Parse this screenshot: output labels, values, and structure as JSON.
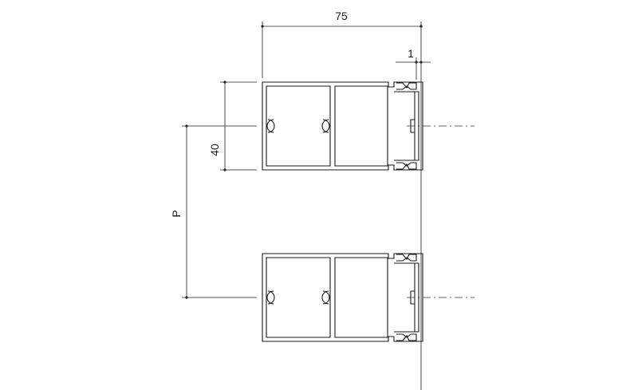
{
  "dimensions": {
    "width_label": "75",
    "gap_label": "1",
    "height_label": "40",
    "pitch_label": "P"
  }
}
